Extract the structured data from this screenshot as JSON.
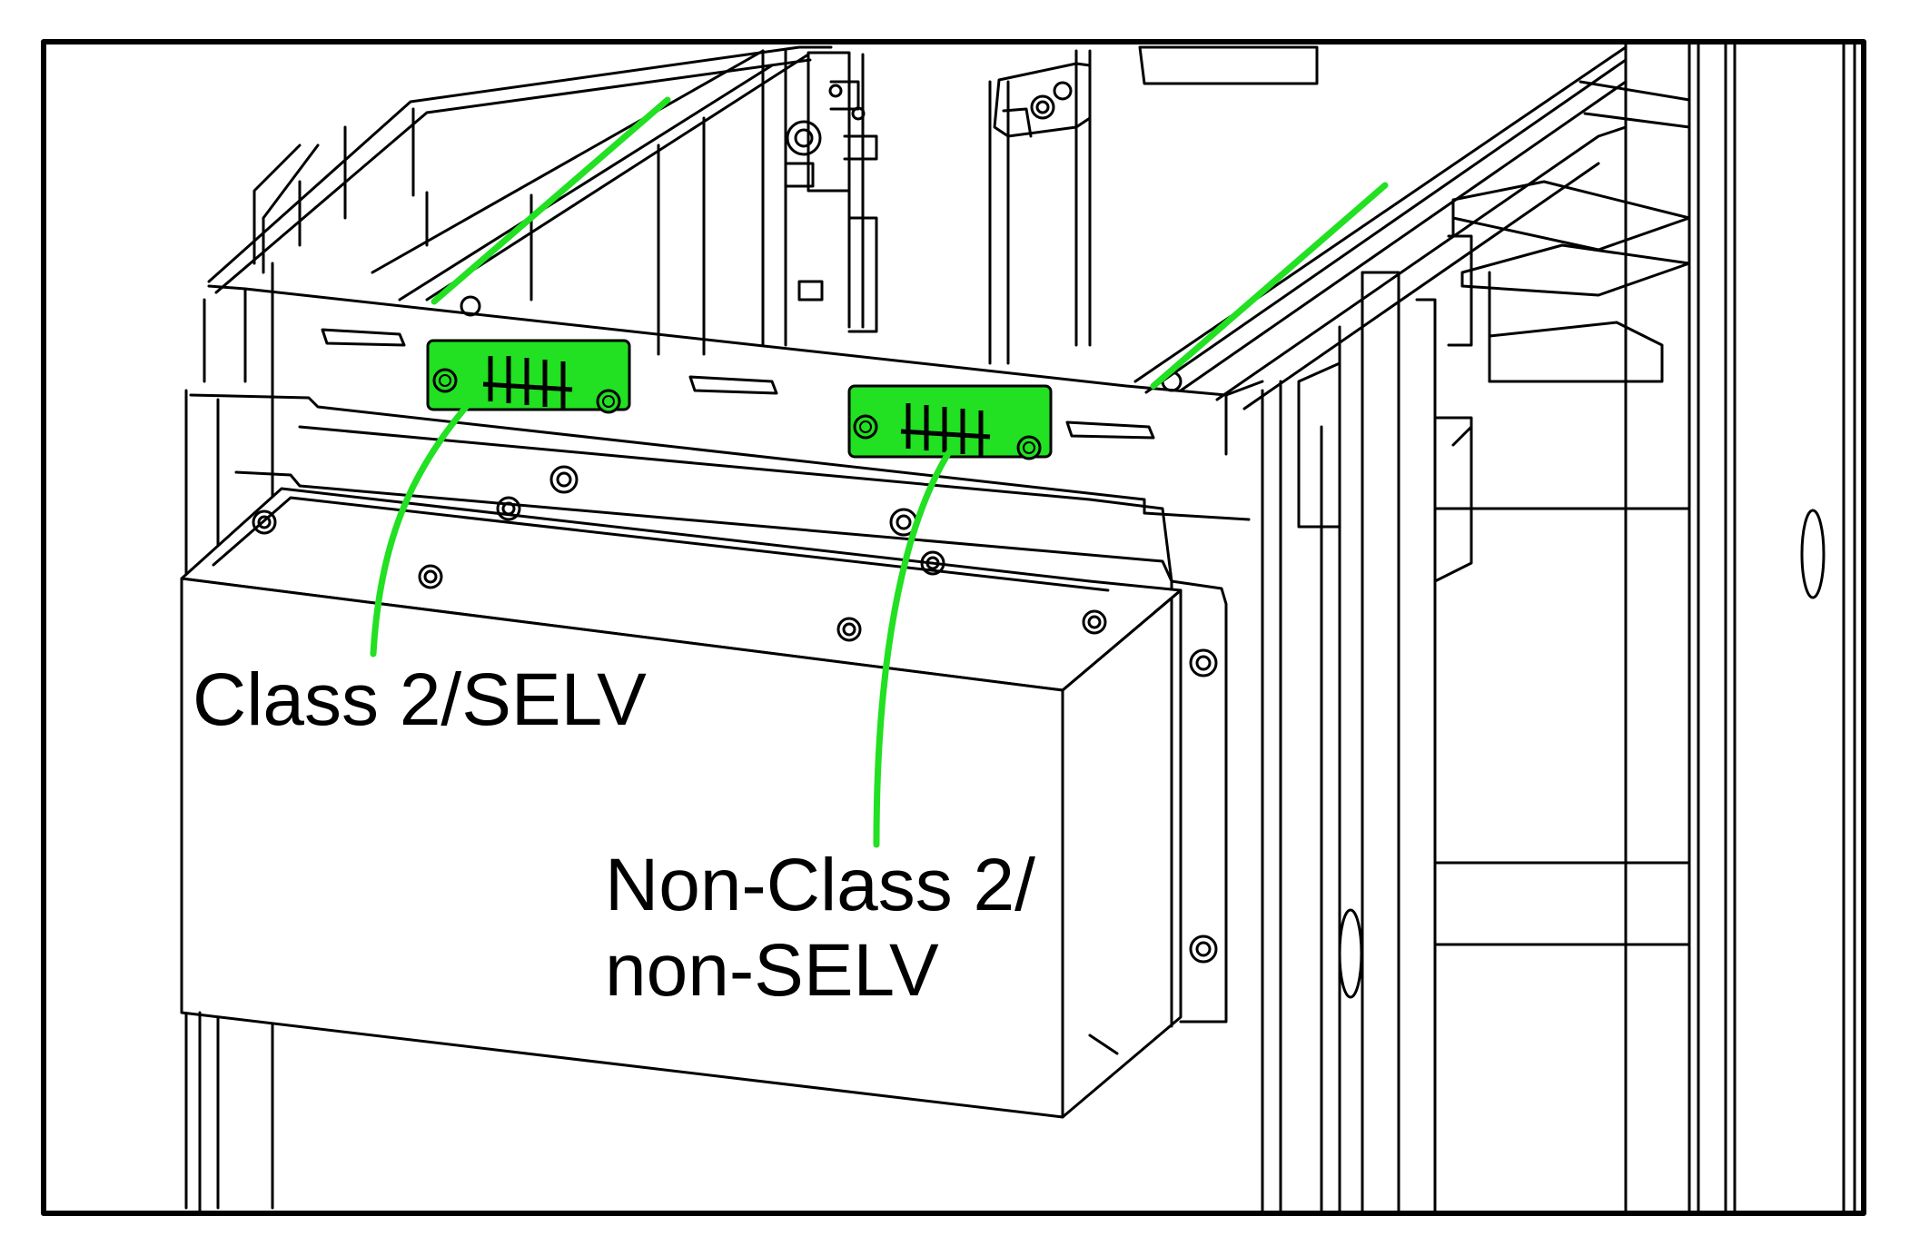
{
  "labels": {
    "class2": "Class 2/SELV",
    "nonclass2_line1": "Non-Class 2/",
    "nonclass2_line2": "non-SELV"
  },
  "colors": {
    "highlight": "#22e022",
    "line": "#000000",
    "background": "#ffffff"
  }
}
